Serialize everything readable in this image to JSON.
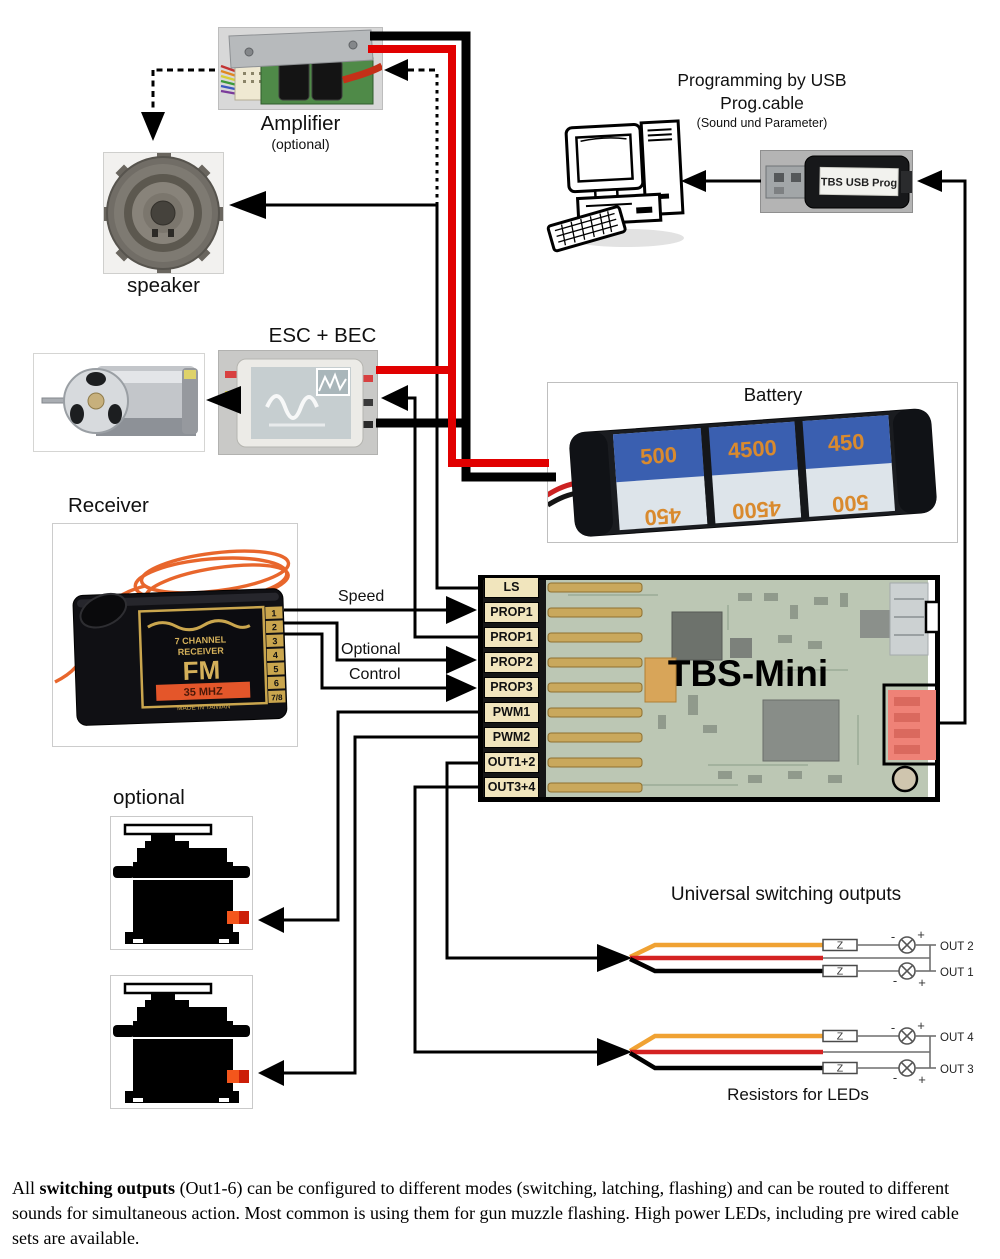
{
  "diagram": {
    "amplifier": {
      "title": "Amplifier",
      "subtitle": "(optional)"
    },
    "speaker": {
      "label": "speaker"
    },
    "programming": {
      "line1": "Programming by USB",
      "line2": "Prog.cable",
      "line3": "(Sound und Parameter)"
    },
    "usb_stick": {
      "label": "TBS USB Prog"
    },
    "esc": {
      "label": "ESC + BEC"
    },
    "battery": {
      "label": "Battery",
      "numbers_top": [
        "500",
        "4500",
        "450"
      ],
      "numbers_bottom": [
        "450",
        "4500",
        "500"
      ]
    },
    "receiver": {
      "label": "Receiver",
      "brand_line1": "7 CHANNEL",
      "brand_line2": "RECEIVER",
      "fm": "FM",
      "frequency": "35 MHZ",
      "origin": "MADE IN TAIWAN",
      "channels": [
        "1",
        "2",
        "3",
        "4",
        "5",
        "6",
        "7/8"
      ]
    },
    "board": {
      "name": "TBS-Mini",
      "ports": [
        "LS",
        "PROP1",
        "PROP1",
        "PROP2",
        "PROP3",
        "PWM1",
        "PWM2",
        "OUT1+2",
        "OUT3+4"
      ]
    },
    "wires": {
      "speed": "Speed",
      "optional": "Optional",
      "control": "Control"
    },
    "servos": {
      "label": "optional"
    },
    "outputs": {
      "title": "Universal switching outputs",
      "caption": "Resistors for LEDs",
      "resistor": "Z",
      "minus": "-",
      "plus": "+",
      "out1": "OUT 1",
      "out2": "OUT 2",
      "out3": "OUT 3",
      "out4": "OUT 4"
    },
    "colors": {
      "wire_red": "#e10000",
      "wire_orange": "#f0a233",
      "port_bg": "#f1e5bd",
      "connector_red": "#ef8277"
    },
    "footer": {
      "pre": "All ",
      "bold": "switching outputs",
      "post": " (Out1-6) can be configured to different modes (switching, latching, flashing) and can be routed to different sounds for simultaneous action. Most common is using them for gun muzzle flashing. High power LEDs, including pre wired cable sets are available."
    }
  }
}
